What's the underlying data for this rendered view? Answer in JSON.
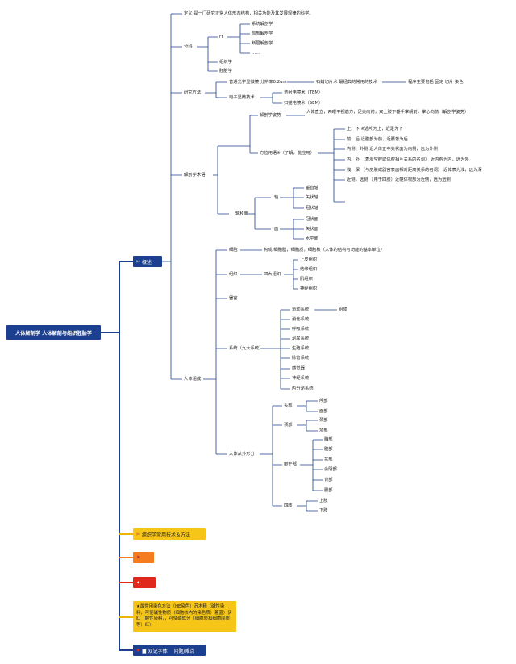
{
  "root": "人体解剖学 人体解剖与组织胚胎学",
  "branches": {
    "b1_label": "概述",
    "b2_label": "组织学常用技术＆方法",
    "b3_label": "",
    "b4_label": "",
    "b5_label": "★最常用染色方法（HE染色）苏木精（碱性染料，可使碱性物质（细胞核内的染色质）着蓝）伊红（酸性染料，，可使碱成分（细胞质和细胞间质等）红）",
    "b6_label": "■ 双记字体 　问题/难点"
  },
  "icons": {
    "b1": "tools-icon",
    "b2": "tools-icon",
    "b3": "flag-icon",
    "b4": "puzzle-icon",
    "b6": "star-icon"
  },
  "nodes": {
    "def": "定义:是一门研究正常人体形态结构，相关功能及其发展规律的科学。",
    "fenke": "分科",
    "ry": "rY",
    "xitong": "系统解剖学",
    "jubu": "局部解剖学",
    "kongjian": "断层解剖学",
    "dots": "……",
    "zuzhi_xue": "组织学",
    "peitai": "胚胎学",
    "yanjiu": "研究方法",
    "putong": "普通光学显微镜 分辨率0.2um",
    "shilaqie": "石蜡切片术 最经典的常用的技术",
    "chengxu": "程序主要包括 固定 切片 染色",
    "dianzi": "电子显微技术",
    "tem": "透射电镜术（TEM）",
    "sem": "扫描电镜术（SEM）",
    "jiepou_shuyu": "解剖学术语",
    "zishi": "解剖学姿势",
    "zishi_desc": "人体直立，两眼平视前方，足尖向前，双上肢下垂手掌朝前，掌心向前（解剖学姿势）",
    "fangwei": "方位用语※（了解，能应用）",
    "fw1": "上、下 ※近颅为上，近足为下",
    "fw2": "前、后 近腹部为前，近腰背为后",
    "fw3": "内侧、外侧 近人体正中矢状面为内侧，远为外侧",
    "fw4": "内、外 （表示空腔或体腔相互关系的名词） 近内腔为内，远为外",
    "fw5": "浅、深 （与皮肤或器官表面相对距离关系的名词） 近体表为浅，远为深",
    "fw6": "近侧，远侧 （用于四肢）近躯体根部为近侧，远为远侧",
    "zhoumian": "轴和面",
    "zhou": "轴",
    "z1": "垂直轴",
    "z2": "矢状轴",
    "z3": "冠状轴",
    "mian": "面",
    "m1": "冠状面",
    "m2": "矢状面",
    "m3": "水平面",
    "renti_zucheng": "人体组成",
    "xibao": "细胞",
    "xibao_desc": "构成:细胞膜，细胞质，细胞核（人体的结构与功能的基本单位）",
    "zuzhi": "组织",
    "sida": "四大组织",
    "s1": "上皮组织",
    "s2": "结缔组织",
    "s3": "肌组织",
    "s4": "神经组织",
    "qiguan": "器官",
    "xitong9": "系统（九大系统）",
    "x1": "运动系统",
    "x1a": "组成",
    "x2": "消化系统",
    "x3": "呼吸系统",
    "x4": "泌尿系统",
    "x5": "生殖系统",
    "x6": "脉管系统",
    "x7": "感觉器",
    "x8": "神经系统",
    "x9": "内分泌系统",
    "waixing": "人体从外形分",
    "toubu": "头部",
    "t1": "颅部",
    "t2": "面部",
    "jingbu": "颈部",
    "j1": "颈部",
    "j2": "项部",
    "qugan": "躯干部",
    "q1": "胸部",
    "q2": "腹部",
    "q3": "盆部",
    "q4": "会阴部",
    "q5": "背部",
    "q6": "腰部",
    "sizhi": "四肢",
    "sz1": "上肢",
    "sz2": "下肢"
  },
  "colors": {
    "navy": "#1d3f8f",
    "yellow": "#f5c518",
    "orange": "#f57c1f",
    "red": "#e0281c",
    "line_yellow": "#e9b500",
    "line_blue": "#1d3f8f"
  }
}
